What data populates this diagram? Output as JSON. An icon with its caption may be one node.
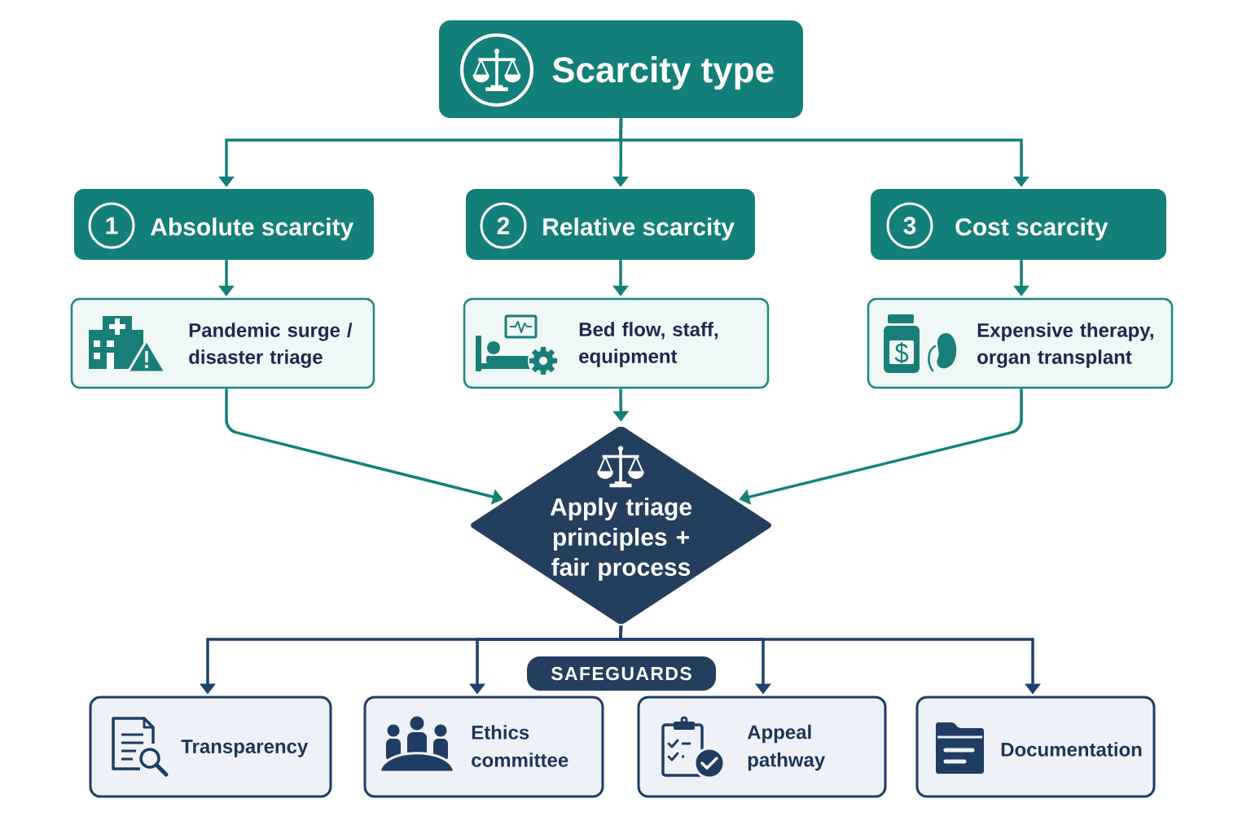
{
  "diagram": {
    "nodes": [
      {
        "text": [
          "Scarcity type"
        ]
      },
      {
        "text": [
          "1",
          "Absolute scarcity"
        ]
      },
      {
        "text": [
          "2",
          "Relative scarcity"
        ]
      },
      {
        "text": [
          "3",
          "Cost scarcity"
        ]
      },
      {
        "text": [
          "Pandemic surge / disaster triage"
        ]
      },
      {
        "text": [
          "Bed flow, staff, equipment"
        ]
      },
      {
        "text": [
          "Expensive therapy, organ transplant"
        ]
      },
      {
        "text": [
          "Apply triage principles + fair process"
        ]
      },
      {
        "text": [
          "SAFEGUARDS"
        ]
      },
      {
        "text": [
          "Transparency"
        ]
      },
      {
        "text": [
          "Ethics committee"
        ]
      },
      {
        "text": [
          "Appeal pathway"
        ]
      },
      {
        "text": [
          "Documentation"
        ]
      }
    ],
    "edges": [
      {
        "from": 0,
        "to": 1,
        "arrow": "to"
      },
      {
        "from": 0,
        "to": 2,
        "arrow": "to"
      },
      {
        "from": 0,
        "to": 3,
        "arrow": "to"
      },
      {
        "from": 1,
        "to": 4,
        "arrow": "to"
      },
      {
        "from": 2,
        "to": 5,
        "arrow": "to"
      },
      {
        "from": 3,
        "to": 6,
        "arrow": "to"
      },
      {
        "from": 4,
        "to": 7,
        "arrow": "to"
      },
      {
        "from": 5,
        "to": 7,
        "arrow": "to"
      },
      {
        "from": 6,
        "to": 7,
        "arrow": "to"
      },
      {
        "from": 7,
        "to": 9,
        "arrow": "to",
        "color": "#1f416b"
      },
      {
        "from": 7,
        "to": 10,
        "arrow": "to",
        "color": "#1f416b"
      },
      {
        "from": 7,
        "to": 11,
        "arrow": "to",
        "color": "#1f416b"
      },
      {
        "from": 7,
        "to": 12,
        "arrow": "to",
        "color": "#1f416b"
      }
    ]
  }
}
